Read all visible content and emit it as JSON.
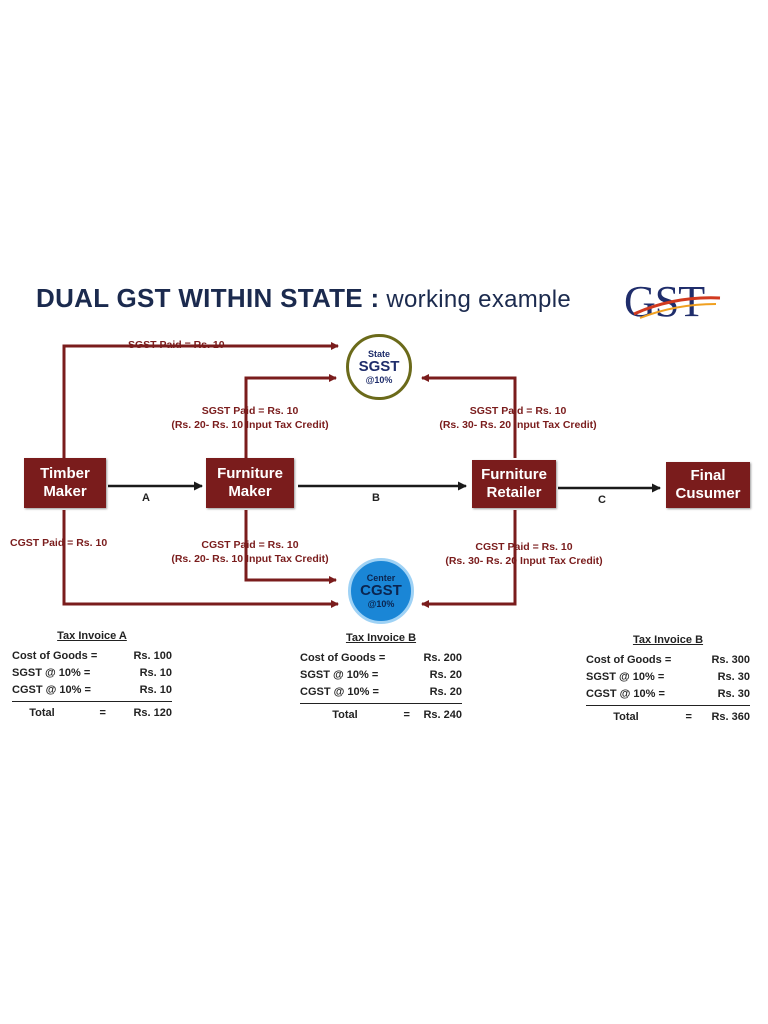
{
  "header": {
    "title_bold": "DUAL GST WITHIN STATE :",
    "title_rest": " working example",
    "logo_text": "GST"
  },
  "nodes": {
    "timber": [
      "Timber",
      "Maker"
    ],
    "furniture_maker": [
      "Furniture",
      "Maker"
    ],
    "furniture_retailer": [
      "Furniture",
      "Retailer"
    ],
    "final": [
      "Final",
      "Cusumer"
    ],
    "state": {
      "top": "State",
      "mid": "SGST",
      "bot": "@10%"
    },
    "center": {
      "top": "Center",
      "mid": "CGST",
      "bot": "@10%"
    }
  },
  "flow_labels": {
    "a": "A",
    "b": "B",
    "c": "C"
  },
  "edge_labels": {
    "timber_sgst": "SGST Paid = Rs. 10",
    "timber_cgst": "CGST Paid = Rs. 10",
    "maker_sgst_1": "SGST Paid = Rs. 10",
    "maker_sgst_2": "(Rs. 20- Rs. 10 Input Tax Credit)",
    "maker_cgst_1": "CGST Paid = Rs. 10",
    "maker_cgst_2": "(Rs. 20- Rs. 10 Input Tax Credit)",
    "retailer_sgst_1": "SGST Paid = Rs. 10",
    "retailer_sgst_2": "(Rs. 30- Rs. 20 Input Tax Credit)",
    "retailer_cgst_1": "CGST Paid = Rs. 10",
    "retailer_cgst_2": "(Rs. 30- Rs. 20 Input Tax Credit)"
  },
  "invoices": [
    {
      "title": "Tax Invoice A",
      "rows": [
        {
          "k": "Cost of Goods =",
          "v": "Rs. 100"
        },
        {
          "k": "SGST @ 10% =",
          "v": "Rs. 10"
        },
        {
          "k": "CGST @ 10% =",
          "v": "Rs. 10"
        }
      ],
      "total_k": "Total",
      "total_eq": "=",
      "total_v": "Rs. 120"
    },
    {
      "title": "Tax Invoice B",
      "rows": [
        {
          "k": "Cost of Goods =",
          "v": "Rs. 200"
        },
        {
          "k": "SGST @ 10% =",
          "v": "Rs. 20"
        },
        {
          "k": "CGST @ 10% =",
          "v": "Rs. 20"
        }
      ],
      "total_k": "Total",
      "total_eq": "=",
      "total_v": "Rs. 240"
    },
    {
      "title": "Tax Invoice B",
      "rows": [
        {
          "k": "Cost of Goods =",
          "v": "Rs. 300"
        },
        {
          "k": "SGST @ 10% =",
          "v": "Rs. 30"
        },
        {
          "k": "CGST @ 10% =",
          "v": "Rs. 30"
        }
      ],
      "total_k": "Total",
      "total_eq": "=",
      "total_v": "Rs. 360"
    }
  ],
  "colors": {
    "maroon": "#7a1c1c",
    "navy": "#1b2a4e",
    "state_ring": "#6b6a1a",
    "center_fill": "#1a86d6",
    "arrow_dark": "#1a1a1a"
  }
}
